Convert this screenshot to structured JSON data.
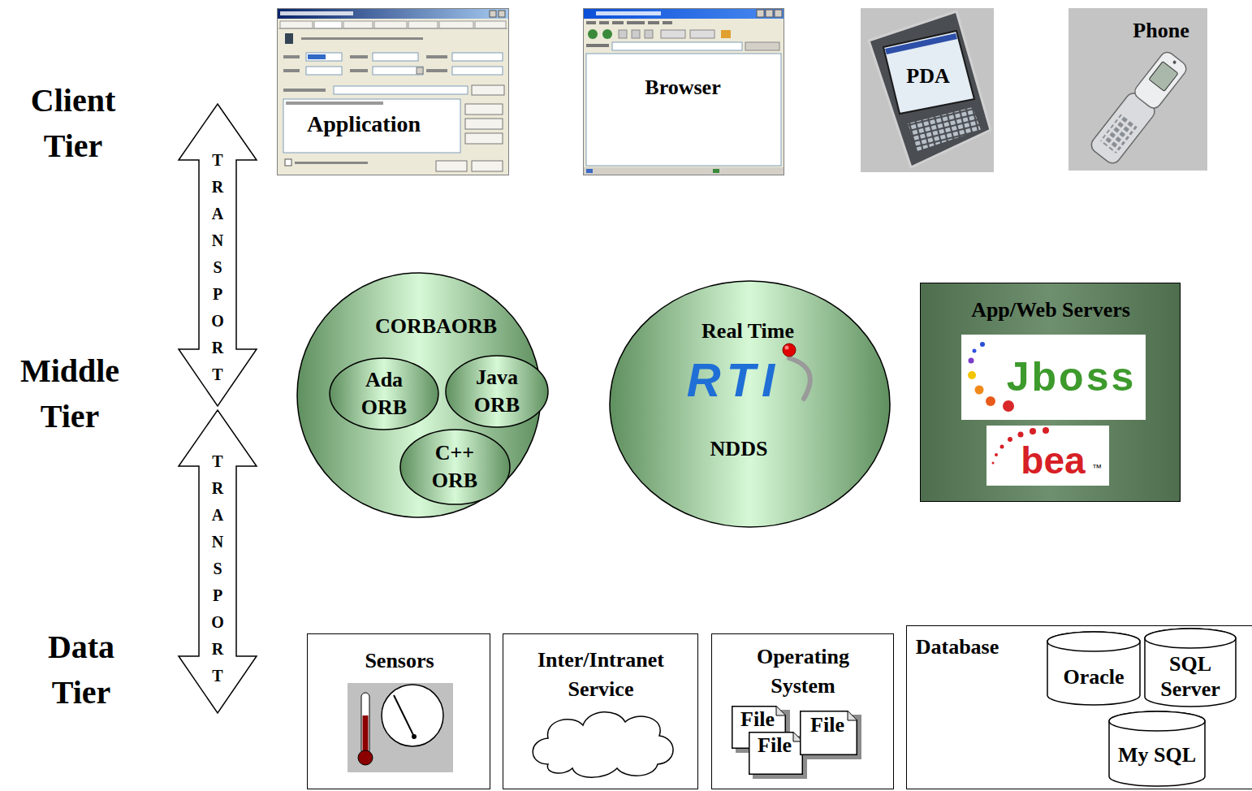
{
  "diagram": {
    "nodes": [
      {
        "text": [
          "Application"
        ]
      },
      {
        "text": [
          "Browser"
        ]
      },
      {
        "text": [
          "PDA"
        ]
      },
      {
        "text": [
          "Phone"
        ]
      },
      {
        "text": [
          "CORBAORB"
        ]
      },
      {
        "text": [
          "Ada ORB"
        ],
        "in": 4
      },
      {
        "text": [
          "Java ORB"
        ],
        "in": 4
      },
      {
        "text": [
          "C++ ORB"
        ],
        "in": 4
      },
      {
        "text": [
          "Real Time",
          "RTI",
          "NDDS"
        ]
      },
      {
        "text": [
          "App/Web Servers"
        ]
      },
      {
        "text": [
          "Jboss"
        ],
        "in": 9
      },
      {
        "text": [
          "bea",
          "™"
        ],
        "in": 9
      },
      {
        "text": [
          "Sensors"
        ]
      },
      {
        "text": [
          "Inter/Intranet Service"
        ]
      },
      {
        "text": [
          "Operating System"
        ]
      },
      {
        "text": [
          "File"
        ],
        "in": 14
      },
      {
        "text": [
          "File"
        ],
        "in": 14
      },
      {
        "text": [
          "File"
        ],
        "in": 14
      },
      {
        "text": [
          "Database"
        ]
      },
      {
        "text": [
          "Oracle"
        ],
        "in": 18
      },
      {
        "text": [
          "SQL Server"
        ],
        "in": 18
      },
      {
        "text": [
          "My SQL"
        ],
        "in": 18
      }
    ],
    "labels": [
      "Client Tier",
      "TRANSPORT",
      "Middle Tier",
      "TRANSPORT",
      "Data Tier"
    ]
  }
}
